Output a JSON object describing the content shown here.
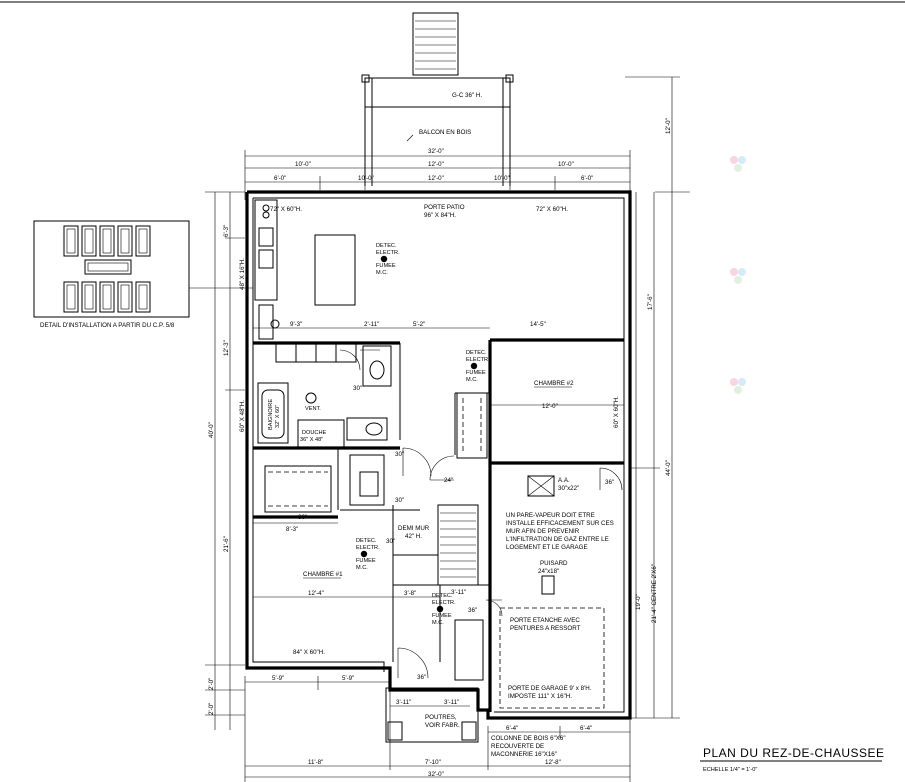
{
  "title": "PLAN DU REZ-DE-CHAUSSEE",
  "scale": "ECHELLE 1/4\" = 1'-0\"",
  "top_line": "",
  "balcony": {
    "label": "BALCON EN BOIS",
    "guardrail": "G-C 36\" H."
  },
  "windows": {
    "w72_left": "72\" X 60\"H.",
    "patio_door": "PORTE PATIO",
    "patio_size": "96\" X 84\"H.",
    "w72_right": "72\" X 60\"H.",
    "w84": "84\" X 60\"H.",
    "w60_left": "60\" X 48\"H.",
    "w60_right": "60\" X 60\"H.",
    "w48": "48\" X 16\"H."
  },
  "rooms": {
    "bedroom1": "CHAMBRE #1",
    "bedroom2": "CHAMBRE #2",
    "shower": "DOUCHE",
    "shower_size": "36\" X 48\"",
    "tub": "BAIGNOIRE",
    "tub_size": "32\" X 60\"",
    "vent": "VENT.",
    "half_wall": "DEMI MUR",
    "half_wall_h": "42\" H.",
    "sump": "PUISARD",
    "sump_size": "24\"x18\"",
    "attic": "A.A.",
    "attic_size": "30\"x22\""
  },
  "notes": {
    "detector": [
      "DETEC.",
      "ELECTR.",
      "FUMEE",
      "M.C."
    ],
    "vapor": [
      "UN PARE-VAPEUR DOIT ETRE",
      "INSTALLE EFFICACEMENT SUR CES",
      "MUR AFIN DE PREVENIR",
      "L'INFILTRATION DE GAZ ENTRE LE",
      "LOGEMENT ET LE GARAGE"
    ],
    "fire_door": [
      "PORTE ETANCHE AVEC",
      "PENTURES A RESSORT"
    ],
    "garage_door": [
      "PORTE DE GARAGE 9' x 8'H.",
      "IMPOSTE 111\" X 16\"H."
    ],
    "beams": [
      "POUTRES,",
      "VOIR FABR."
    ],
    "column": [
      "COLONNE DE BOIS 6\"X6\"",
      "RECOUVERTE DE",
      "MACONNERIE 16\"X16\""
    ],
    "cp_detail": "DETAIL D'INSTALLATION A PARTIR DU C.P. 5/8",
    "wall_height": "21'-4\" CENTRE 2'X6\""
  },
  "dims": {
    "top_total": "32'-0\"",
    "top_a": "10'-0\"",
    "top_b": "12'-0\"",
    "top_c": "10'-0\"",
    "row2_a": "6'-0\"",
    "row2_b": "10'-0\"",
    "row2_c": "12'-0\"",
    "row2_d": "10'-0\"",
    "row2_e": "6'-0\"",
    "right_total": "44'-0\"",
    "right_a": "12'-0\"",
    "right_b": "17'-6\"",
    "right_c": "19'-0\"",
    "left_total": "40'-0\"",
    "left_a": "6'-3\"",
    "left_b": "12'-3\"",
    "left_c": "21'-6\"",
    "left_d": "2'-0\"",
    "left_e": "2'-0\"",
    "bot_total": "32'-0\"",
    "bot_a": "11'-8\"",
    "bot_b": "7'-10\"",
    "bot_c": "12'-8\"",
    "bot_d": "6'-4\"",
    "bot_e": "6'-4\"",
    "bot2_a": "5'-9\"",
    "bot2_b": "5'-9\"",
    "bot2_c": "3'-11\"",
    "bot2_d": "3'-11\"",
    "in_9_3": "9'-3\"",
    "in_2_11": "2'-11\"",
    "in_5_2": "5'-2\"",
    "in_14_5": "14'-5\"",
    "in_8_3": "8'-3\"",
    "in_12_4": "12'-4\"",
    "in_3_8": "3'-8\"",
    "in_12_0": "12'-0\"",
    "in_3_11": "3'-11\"",
    "d30": "30\"",
    "d24": "24\"",
    "d36": "36\""
  }
}
